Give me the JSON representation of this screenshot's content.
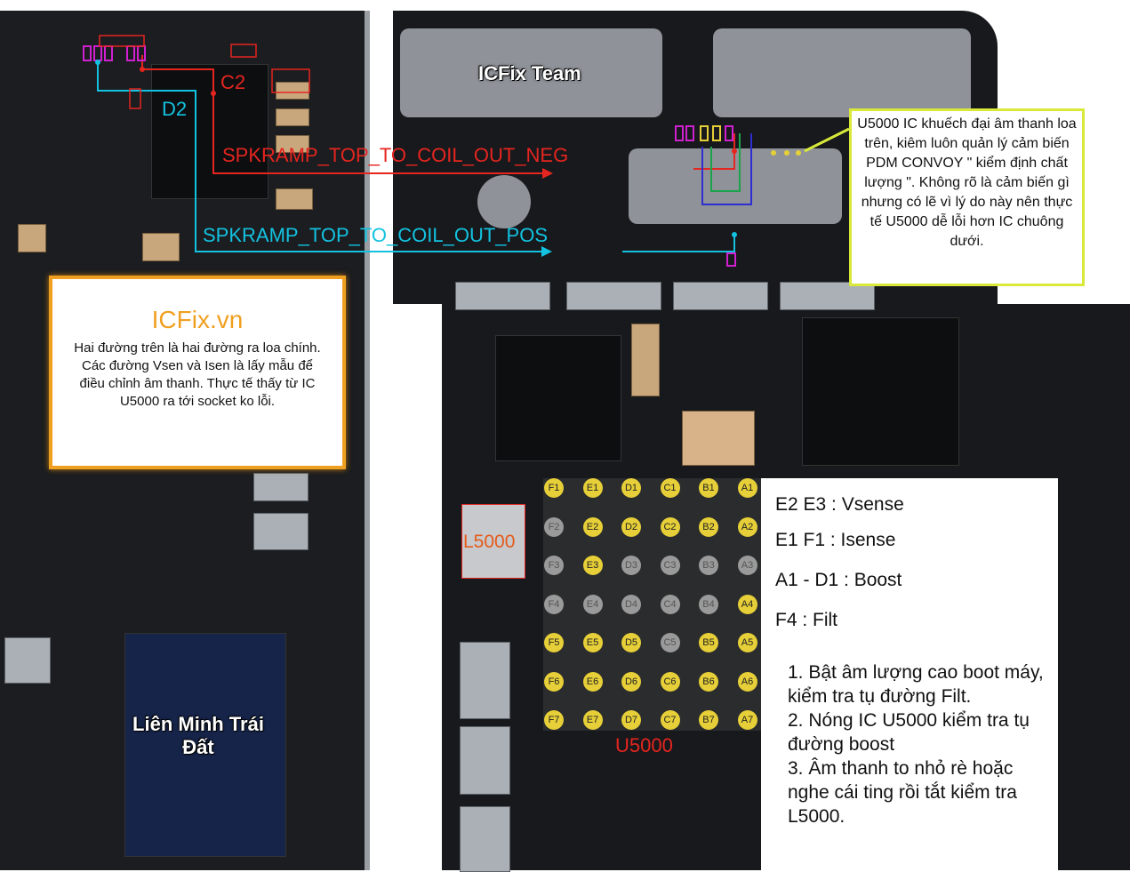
{
  "watermark_team": "ICFix Team",
  "watermark_chip": "Liên Minh Trái Đất",
  "signals": {
    "neg": "SPKRAMP_TOP_TO_COIL_OUT_NEG",
    "pos": "SPKRAMP_TOP_TO_COIL_OUT_POS",
    "c2": "C2",
    "d2": "D2",
    "neg_color": "#e5251f",
    "pos_color": "#13c2e0"
  },
  "icfix_box": {
    "title": "ICFix.vn",
    "body": "Hai đường trên là hai đường ra loa chính. Các đường Vsen và Isen là lấy mẫu để điều chỉnh âm thanh. Thực tế thấy từ IC U5000 ra tới socket ko lỗi."
  },
  "u5000_note": "U5000 IC khuếch đại âm thanh loa trên, kiêm luôn quản lý cảm biến PDM CONVOY \" kiểm định chất lượng \". Không rõ là cảm biến gì nhưng có lẽ vì lý do này nên thực tế U5000 dễ lỗi hơn IC chuông dưới.",
  "l5000_label": "L5000",
  "u5000_label": "U5000",
  "pin_grid": {
    "rows": [
      [
        "F1",
        "E1",
        "D1",
        "C1",
        "B1",
        "A1"
      ],
      [
        "F2",
        "E2",
        "D2",
        "C2",
        "B2",
        "A2"
      ],
      [
        "F3",
        "E3",
        "D3",
        "C3",
        "B3",
        "A3"
      ],
      [
        "F4",
        "E4",
        "D4",
        "C4",
        "B4",
        "A4"
      ],
      [
        "F5",
        "E5",
        "D5",
        "C5",
        "B5",
        "A5"
      ],
      [
        "F6",
        "E6",
        "D6",
        "C6",
        "B6",
        "A6"
      ],
      [
        "F7",
        "E7",
        "D7",
        "C7",
        "B7",
        "A7"
      ]
    ],
    "grey": [
      "F2",
      "F3",
      "D3",
      "C3",
      "B3",
      "A3",
      "E4",
      "D4",
      "C4",
      "B4",
      "C5",
      "F4"
    ],
    "ball_color": "#e6cf38",
    "ball_grey": "#9a9a9a"
  },
  "pin_legend": [
    "E2 E3 : Vsense",
    "E1 F1 : Isense",
    "A1 - D1 : Boost",
    "F4 : Filt"
  ],
  "steps": [
    "1. Bật âm lượng cao boot máy, kiểm tra tụ đường Filt.",
    "2. Nóng IC U5000 kiểm tra tụ đường boost",
    "3. Âm thanh to nhỏ rè hoặc nghe cái ting rồi tắt kiểm tra L5000."
  ]
}
